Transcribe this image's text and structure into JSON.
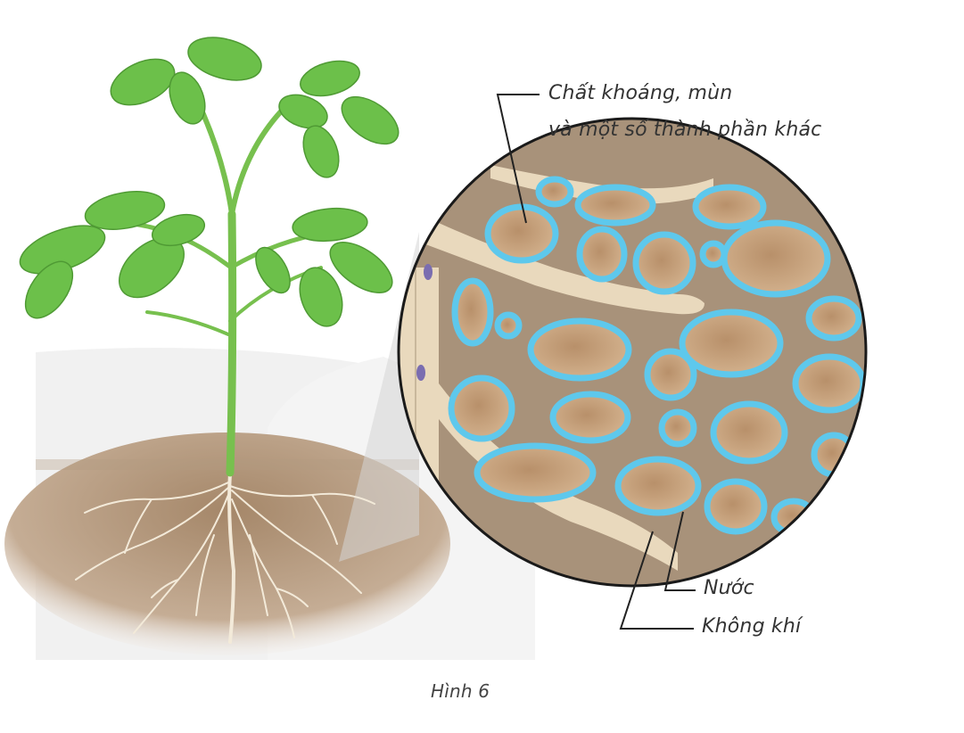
{
  "labels": {
    "minerals_line1": "Chất khoáng, mùn",
    "minerals_line2": "và một số thành phần khác",
    "water": "Nước",
    "air": "Không khí"
  },
  "caption": "Hình 6",
  "colors": {
    "leaf": "#6cc04a",
    "stem": "#7cc556",
    "soil": "#a88a6c",
    "particle": "#c9a27c",
    "water": "#5ec8ec",
    "root": "#f2e9d8"
  }
}
